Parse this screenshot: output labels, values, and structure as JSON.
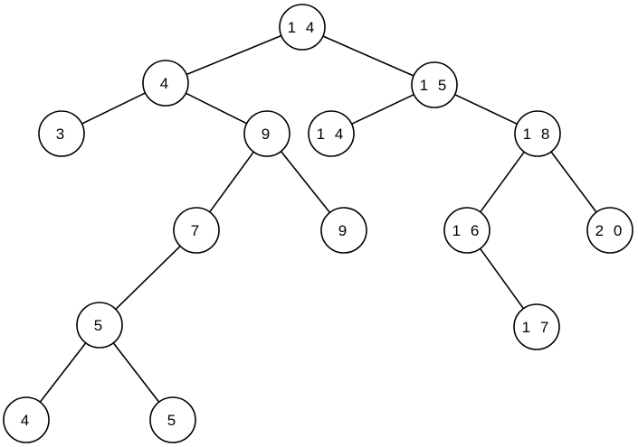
{
  "tree": {
    "nodes": [
      {
        "id": "root",
        "label": "1 4"
      },
      {
        "id": "n4",
        "label": "4"
      },
      {
        "id": "n15",
        "label": "1 5"
      },
      {
        "id": "n3",
        "label": "3"
      },
      {
        "id": "n9a",
        "label": "9"
      },
      {
        "id": "n14b",
        "label": "1 4"
      },
      {
        "id": "n18",
        "label": "1 8"
      },
      {
        "id": "n7",
        "label": "7"
      },
      {
        "id": "n9b",
        "label": "9"
      },
      {
        "id": "n16",
        "label": "1 6"
      },
      {
        "id": "n20",
        "label": "2 0"
      },
      {
        "id": "n5a",
        "label": "5"
      },
      {
        "id": "n17",
        "label": "1 7"
      },
      {
        "id": "n4b",
        "label": "4"
      },
      {
        "id": "n5b",
        "label": "5"
      }
    ],
    "edges": [
      [
        "root",
        "n4"
      ],
      [
        "root",
        "n15"
      ],
      [
        "n4",
        "n3"
      ],
      [
        "n4",
        "n9a"
      ],
      [
        "n15",
        "n14b"
      ],
      [
        "n15",
        "n18"
      ],
      [
        "n9a",
        "n7"
      ],
      [
        "n9a",
        "n9b"
      ],
      [
        "n18",
        "n16"
      ],
      [
        "n18",
        "n20"
      ],
      [
        "n7",
        "n5a"
      ],
      [
        "n16",
        "n17"
      ],
      [
        "n5a",
        "n4b"
      ],
      [
        "n5a",
        "n5b"
      ]
    ]
  }
}
